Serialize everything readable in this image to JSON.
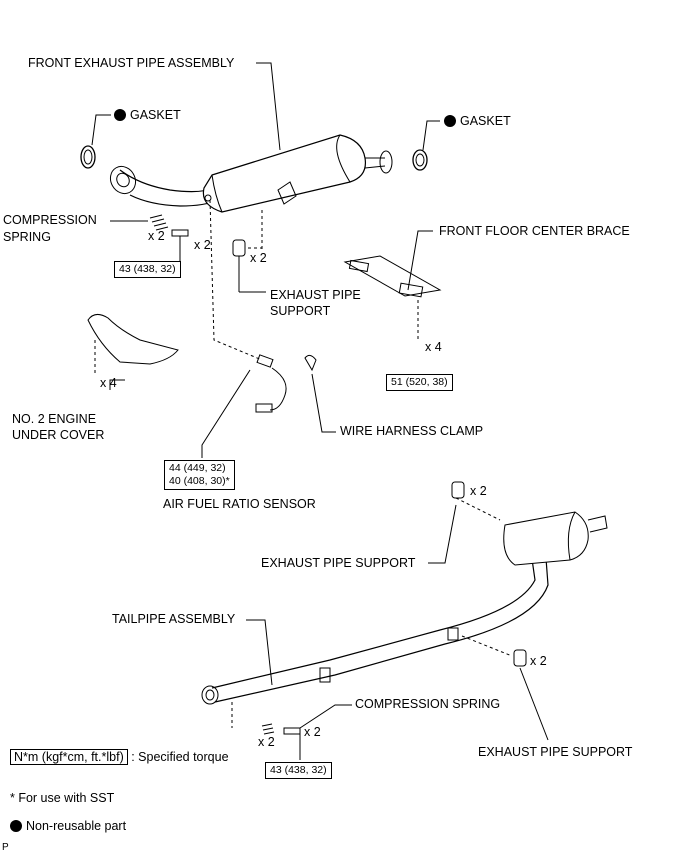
{
  "labels": {
    "front_exhaust_pipe_assembly": "FRONT EXHAUST PIPE ASSEMBLY",
    "gasket_left": "GASKET",
    "gasket_right": "GASKET",
    "compression_spring_top_1": "COMPRESSION",
    "compression_spring_top_2": "SPRING",
    "front_floor_center_brace": "FRONT FLOOR CENTER BRACE",
    "exhaust_pipe_support_top_1": "EXHAUST PIPE",
    "exhaust_pipe_support_top_2": "SUPPORT",
    "no2_engine_under_cover_1": "NO. 2 ENGINE",
    "no2_engine_under_cover_2": "UNDER COVER",
    "wire_harness_clamp": "WIRE HARNESS CLAMP",
    "air_fuel_ratio_sensor": "AIR FUEL RATIO SENSOR",
    "exhaust_pipe_support_mid": "EXHAUST PIPE SUPPORT",
    "tailpipe_assembly": "TAILPIPE ASSEMBLY",
    "compression_spring_bottom": "COMPRESSION SPRING",
    "exhaust_pipe_support_bottom": "EXHAUST PIPE SUPPORT"
  },
  "quantities": {
    "spring_top": "x 2",
    "bolt_top": "x 2",
    "support_top": "x 2",
    "brace_bolts": "x 4",
    "cover_bolts": "x 4",
    "support_mid": "x 2",
    "support_bottom": "x 2",
    "spring_bottom": "x 2",
    "bolt_bottom": "x 2"
  },
  "torques": {
    "top_bolt": "43 (438, 32)",
    "brace": "51 (520, 38)",
    "sensor_1": "44 (449, 32)",
    "sensor_2": "40 (408, 30)*",
    "bottom_bolt": "43 (438, 32)"
  },
  "legend": {
    "torque_unit": "N*m (kgf*cm, ft.*lbf)",
    "torque_text": ": Specified torque",
    "sst_note": "* For use with SST",
    "nonreusable": "Non-reusable part"
  },
  "footer_code": "P"
}
